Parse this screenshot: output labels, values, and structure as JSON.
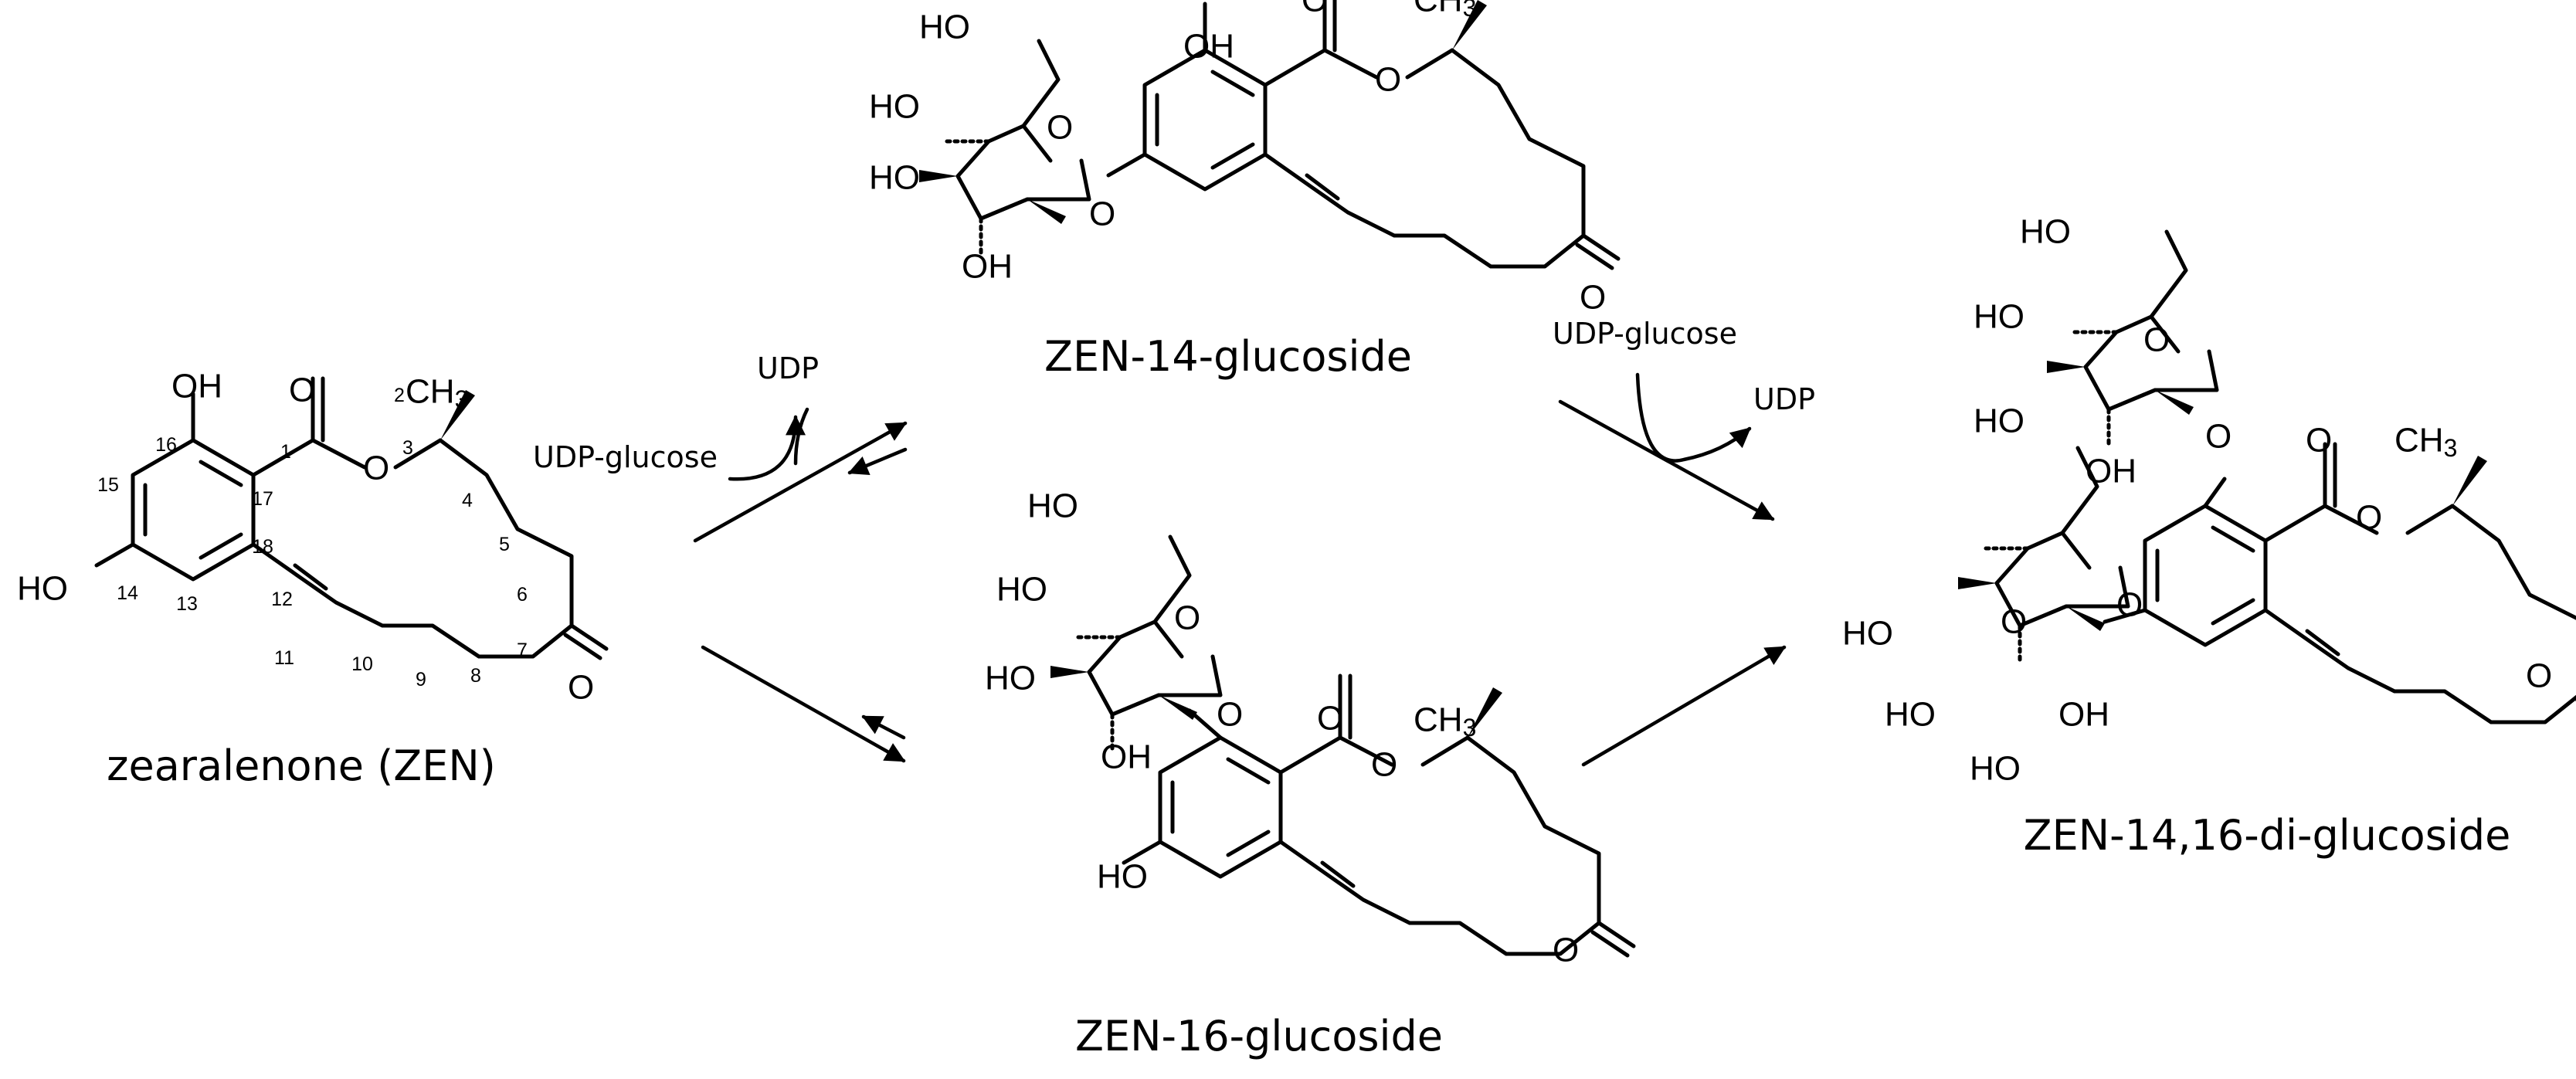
{
  "compounds": {
    "zen": "zearalenone  (ZEN)",
    "zen14": "ZEN-14-glucoside",
    "zen16": "ZEN-16-glucoside",
    "di": "ZEN-14,16-di-glucoside"
  },
  "reagents": {
    "udp_glucose": "UDP-glucose",
    "udp": "UDP"
  },
  "atoms": {
    "oh": "OH",
    "ho": "HO",
    "o": "O",
    "ch3": "CH3"
  },
  "positions": [
    "1",
    "2",
    "3",
    "4",
    "5",
    "6",
    "7",
    "8",
    "9",
    "10",
    "11",
    "12",
    "13",
    "14",
    "15",
    "16",
    "17",
    "18"
  ]
}
